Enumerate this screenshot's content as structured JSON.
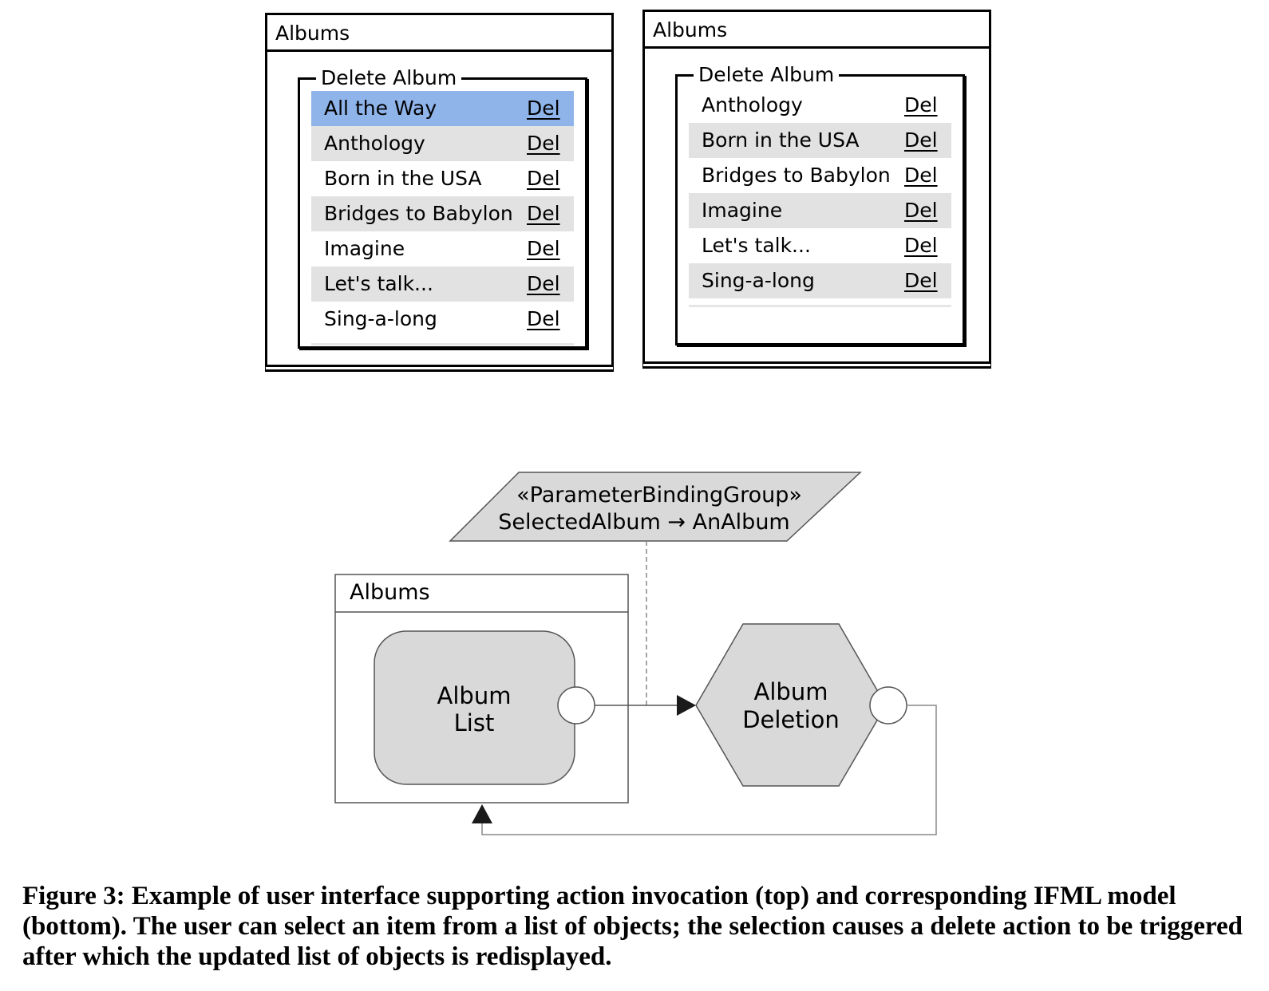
{
  "wireframe_left": {
    "title": "Albums",
    "group_label": "Delete Album",
    "rows": [
      {
        "name": "All the Way",
        "action": "Del",
        "state": "selected"
      },
      {
        "name": "Anthology",
        "action": "Del",
        "state": "alt"
      },
      {
        "name": "Born in the USA",
        "action": "Del",
        "state": "plain"
      },
      {
        "name": "Bridges to Babylon",
        "action": "Del",
        "state": "alt"
      },
      {
        "name": "Imagine",
        "action": "Del",
        "state": "plain"
      },
      {
        "name": "Let's talk...",
        "action": "Del",
        "state": "alt"
      },
      {
        "name": "Sing-a-long",
        "action": "Del",
        "state": "plain"
      }
    ]
  },
  "wireframe_right": {
    "title": "Albums",
    "group_label": "Delete Album",
    "rows": [
      {
        "name": "Anthology",
        "action": "Del",
        "state": "plain"
      },
      {
        "name": "Born in the USA",
        "action": "Del",
        "state": "alt"
      },
      {
        "name": "Bridges to Babylon",
        "action": "Del",
        "state": "plain"
      },
      {
        "name": "Imagine",
        "action": "Del",
        "state": "alt"
      },
      {
        "name": "Let's talk...",
        "action": "Del",
        "state": "plain"
      },
      {
        "name": "Sing-a-long",
        "action": "Del",
        "state": "alt"
      }
    ]
  },
  "ifml": {
    "binding_group": {
      "stereotype": "«ParameterBindingGroup»",
      "binding": "SelectedAlbum → AnAlbum"
    },
    "container_title": "Albums",
    "list_component": {
      "line1": "Album",
      "line2": "List"
    },
    "action": {
      "line1": "Album",
      "line2": "Deletion"
    }
  },
  "caption": "Figure 3: Example of user interface supporting action invocation (top) and corresponding IFML model (bottom). The user can select an item from a list of objects; the selection causes a delete action to be triggered after which the updated list of objects is redisplayed.",
  "colors": {
    "selected_row": "#8fb4ea",
    "alt_row": "#e2e2e2",
    "ifml_fill": "#d9d9d9",
    "ifml_stroke": "#555555"
  }
}
